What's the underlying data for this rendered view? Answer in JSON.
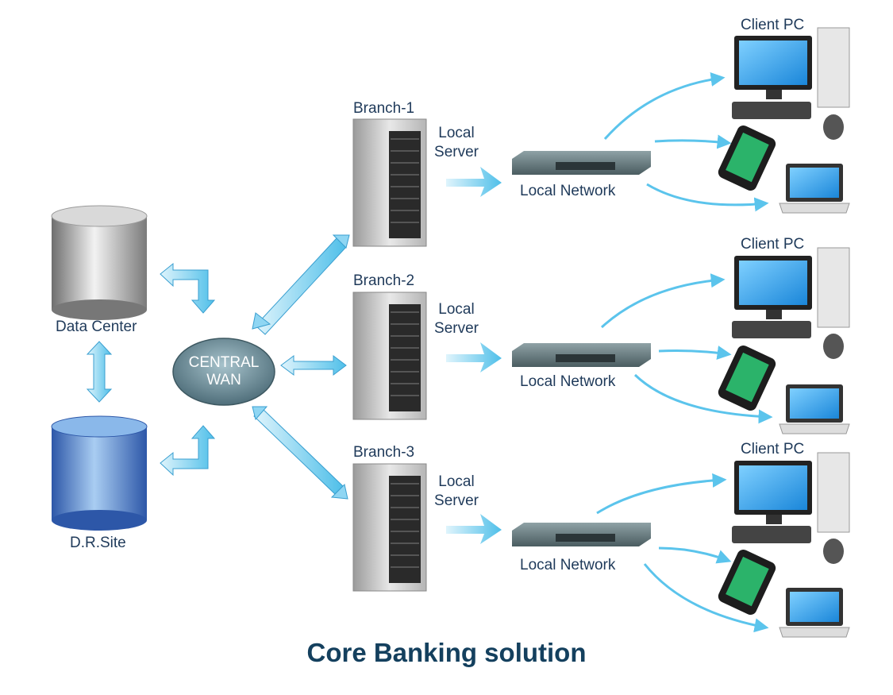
{
  "title": "Core Banking solution",
  "data_center": {
    "label": "Data Center"
  },
  "dr_site": {
    "label": "D.R.Site"
  },
  "wan": {
    "line1": "CENTRAL",
    "line2": "WAN"
  },
  "branches": [
    {
      "name": "Branch-1",
      "server_line1": "Local",
      "server_line2": "Server",
      "network": "Local Network",
      "client": "Client PC"
    },
    {
      "name": "Branch-2",
      "server_line1": "Local",
      "server_line2": "Server",
      "network": "Local Network",
      "client": "Client PC"
    },
    {
      "name": "Branch-3",
      "server_line1": "Local",
      "server_line2": "Server",
      "network": "Local Network",
      "client": "Client PC"
    }
  ],
  "colors": {
    "arrow": "#5bc4ec",
    "title": "#14405e",
    "label": "#1f3a5a"
  }
}
